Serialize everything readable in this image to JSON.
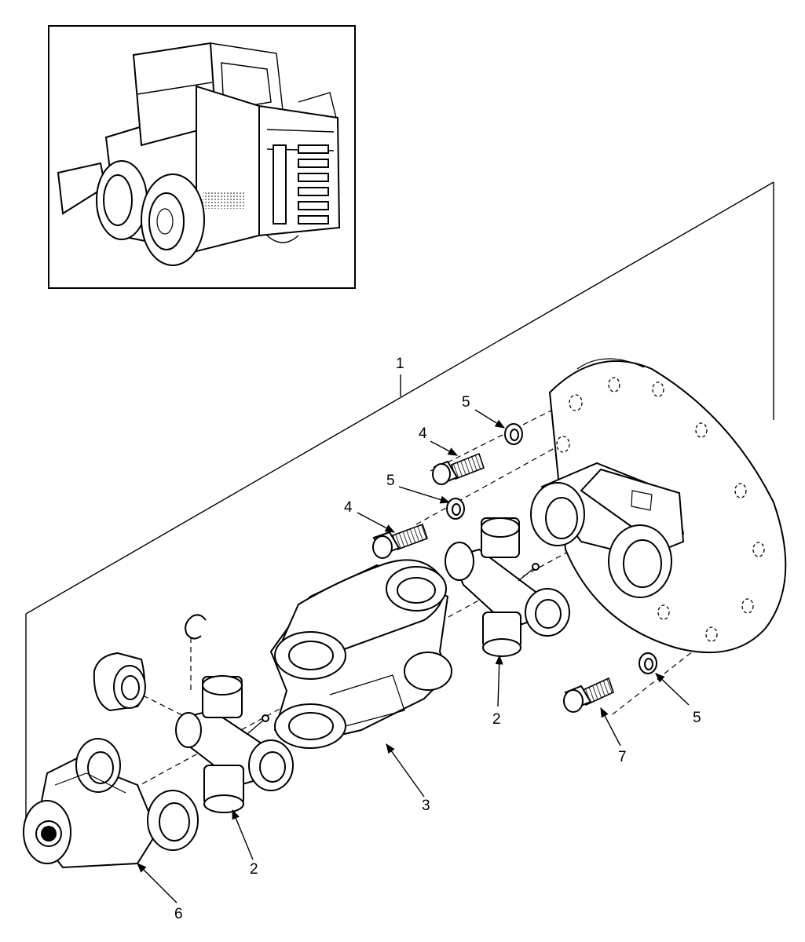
{
  "callouts": {
    "assembly": "1",
    "cross_left": "2",
    "cross_right": "2",
    "center_yoke": "3",
    "bolt_upper": "4",
    "bolt_lower": "4",
    "washer_upper": "5",
    "washer_lower": "5",
    "washer_right": "5",
    "splined_yoke": "6",
    "bolt_right": "7"
  }
}
